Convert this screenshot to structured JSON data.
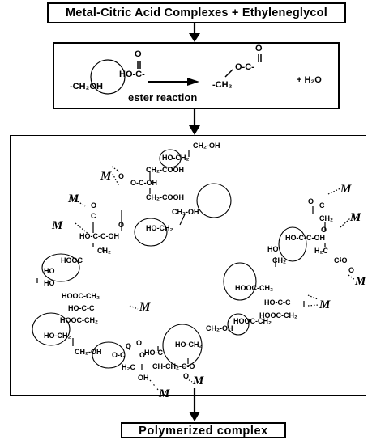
{
  "top_box": {
    "label": "Metal-Citric Acid Complexes + Ethyleneglycol"
  },
  "reaction": {
    "reactant_alcohol": "-CH₂OH",
    "reactant_acid": "HO-C-",
    "acid_oxygen": "O",
    "product_top": "O-C-",
    "product_oxygen": "O",
    "product_bottom": "-CH₂",
    "water": "+ H₂O",
    "name": "ester reaction"
  },
  "bottom_box": {
    "label": "Polymerized complex"
  },
  "metal_symbol": "M",
  "network": {
    "labels": [
      "CH₂-OH",
      "HO-CH₂",
      "CH₂-COOH",
      "O-C-OH",
      "CH₂-COOH",
      "CH₂-OH",
      "HO-CH₂",
      "HO-C-C-OH",
      "C",
      "O",
      "O",
      "O",
      "HOOC",
      "CH₂",
      "HO",
      "HO",
      "HOOC-CH₂",
      "HO-C-C",
      "HOOC-CH₂",
      "HO-CH₂",
      "CH₂-OH",
      "O-C",
      "O",
      "HO-C",
      "O",
      "HO-CH₂",
      "H₂C",
      "CH-CH₂-C-O",
      "OH",
      "O",
      "O",
      "CH₂-OH",
      "HOOC-CH₂",
      "O",
      "C",
      "CH₂",
      "HO-C-C-OH",
      "O",
      "H₂C",
      "C-O",
      "O",
      "HO",
      "CH₂",
      "HOOC-CH₂",
      "HO-C-C",
      "HOOC-CH₂"
    ]
  }
}
